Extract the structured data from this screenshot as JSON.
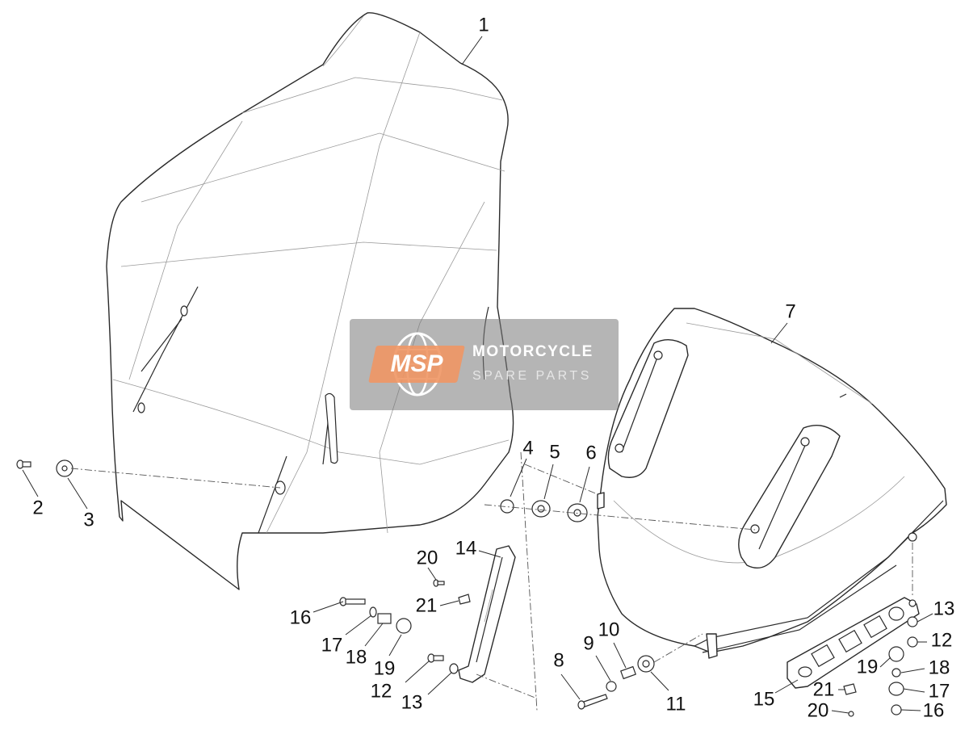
{
  "callouts": [
    {
      "id": "c1",
      "text": "1"
    },
    {
      "id": "c2",
      "text": "2"
    },
    {
      "id": "c3",
      "text": "3"
    },
    {
      "id": "c4",
      "text": "4"
    },
    {
      "id": "c5",
      "text": "5"
    },
    {
      "id": "c6",
      "text": "6"
    },
    {
      "id": "c7",
      "text": "7"
    },
    {
      "id": "c8",
      "text": "8"
    },
    {
      "id": "c9",
      "text": "9"
    },
    {
      "id": "c10",
      "text": "10"
    },
    {
      "id": "c11",
      "text": "11"
    },
    {
      "id": "c12a",
      "text": "12"
    },
    {
      "id": "c13a",
      "text": "13"
    },
    {
      "id": "c14",
      "text": "14"
    },
    {
      "id": "c16a",
      "text": "16"
    },
    {
      "id": "c17a",
      "text": "17"
    },
    {
      "id": "c18a",
      "text": "18"
    },
    {
      "id": "c19a",
      "text": "19"
    },
    {
      "id": "c20a",
      "text": "20"
    },
    {
      "id": "c21a",
      "text": "21"
    },
    {
      "id": "c13b",
      "text": "13"
    },
    {
      "id": "c12b",
      "text": "12"
    },
    {
      "id": "c18b",
      "text": "18"
    },
    {
      "id": "c19b",
      "text": "19"
    },
    {
      "id": "c17b",
      "text": "17"
    },
    {
      "id": "c15",
      "text": "15"
    },
    {
      "id": "c21b",
      "text": "21"
    },
    {
      "id": "c16b",
      "text": "16"
    },
    {
      "id": "c20b",
      "text": "20"
    }
  ],
  "watermark": {
    "badge": "MSP",
    "line1": "MOTORCYCLE",
    "line2": "SPARE PARTS",
    "colors": {
      "badge": "#f0a070",
      "panel": "#808080"
    }
  },
  "colors": {
    "stroke": "#2a2a2a",
    "background": "#ffffff"
  }
}
